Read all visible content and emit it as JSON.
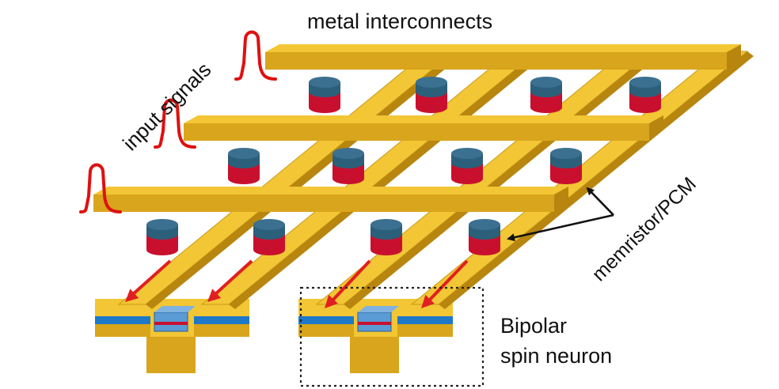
{
  "labels": {
    "metal_interconnects": "metal interconnects",
    "input_signals": "input signals",
    "memristor_pcm": "memristor/PCM",
    "neuron_line1": "Bipolar",
    "neuron_line2": "spin neuron"
  },
  "colors": {
    "metal_top": "#f2c634",
    "metal_front": "#d9a51c",
    "metal_side": "#b8860f",
    "device_cap": "#2c5f7a",
    "device_body": "#c8102e",
    "signal": "#e01010",
    "arrow": "#e02020",
    "neuron_band": "#1e78c8",
    "neuron_mag": "#5b9bd5",
    "text": "#111111"
  },
  "counts": {
    "rows": 3,
    "columns": 4,
    "neurons": 2
  }
}
